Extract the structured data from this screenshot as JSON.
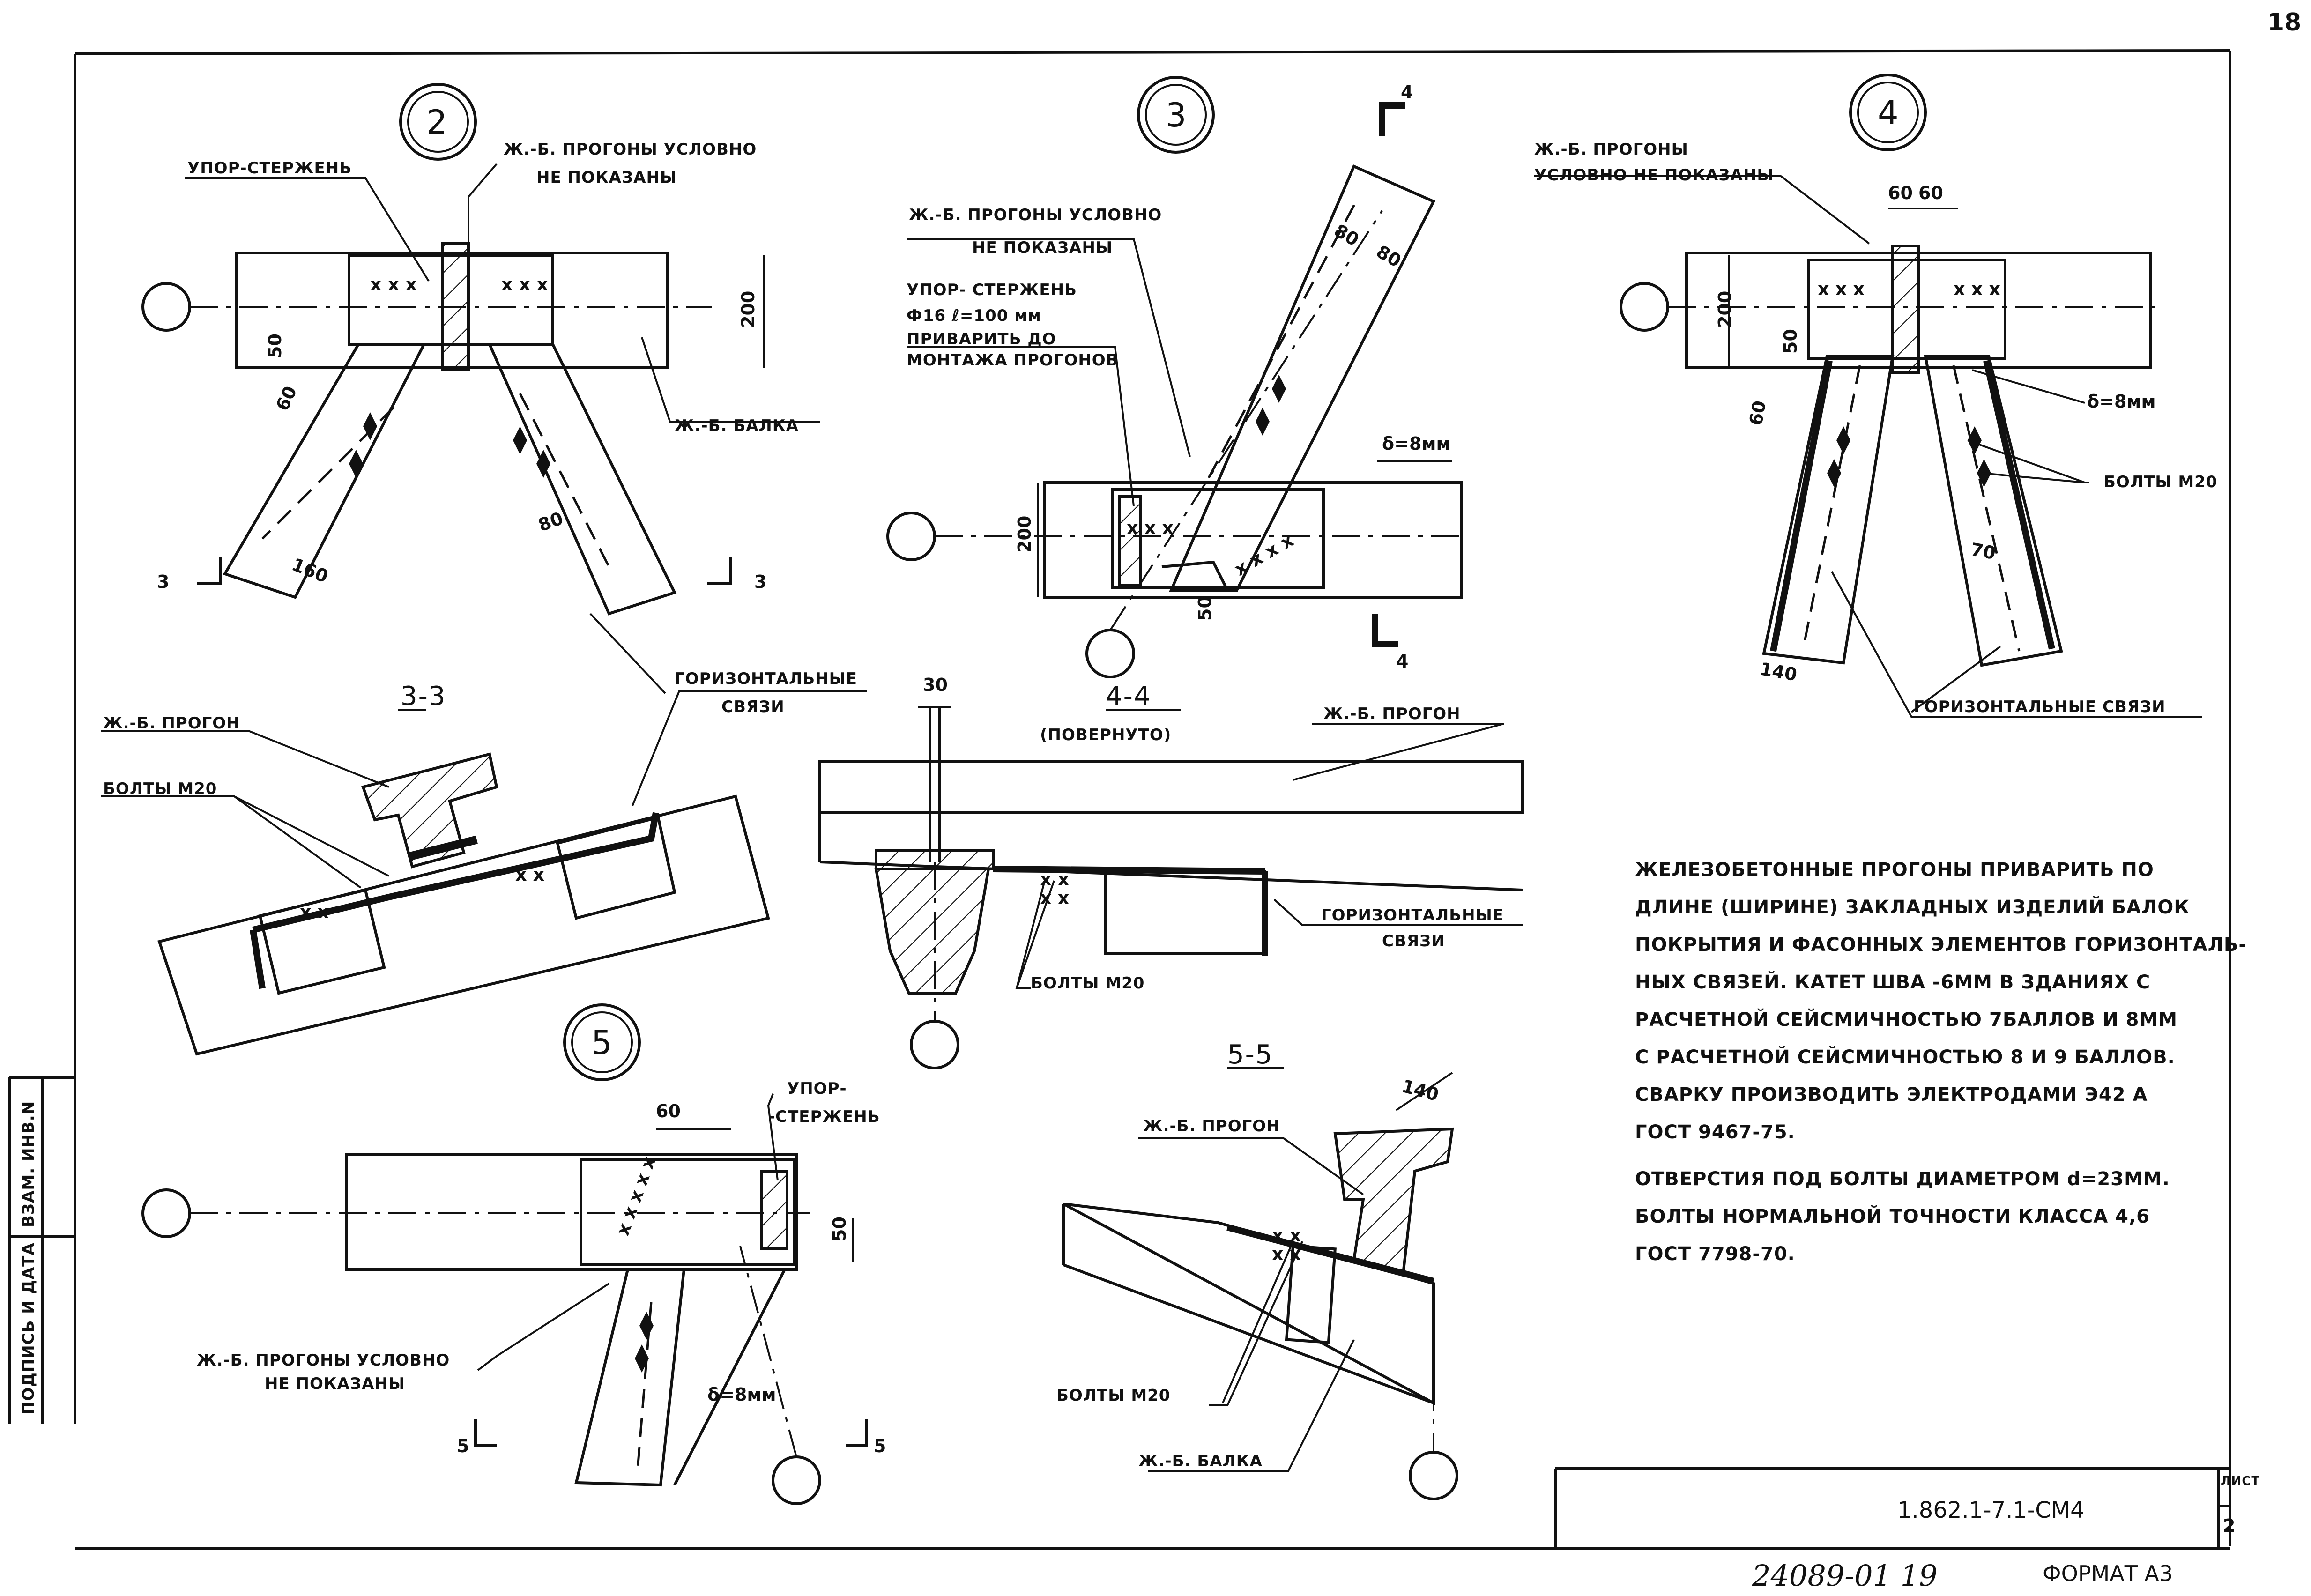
{
  "page": {
    "number": "18"
  },
  "details": {
    "d2": {
      "marker": "2",
      "purlins_note_1": "Ж.-Б. ПРОГОНЫ УСЛОВНО",
      "purlins_note_2": "НЕ ПОКАЗАНЫ",
      "stop_rod": "УПОР-СТЕРЖЕНЬ",
      "beam": "Ж.-Б. БАЛКА",
      "dim_200": "200",
      "dim_50": "50",
      "dim_60": "60",
      "dim_160": "160",
      "dim_80": "80",
      "cut_left": "3",
      "cut_right": "3"
    },
    "d3": {
      "marker": "3",
      "cut_top": "4",
      "cut_bottom": "4",
      "purlins_note_1": "Ж.-Б. ПРОГОНЫ УСЛОВНО",
      "purlins_note_2": "НЕ ПОКАЗАНЫ",
      "stop_rod_1": "УПОР- СТЕРЖЕНЬ",
      "stop_rod_2": "Ф16   ℓ=100 мм",
      "stop_rod_3": "ПРИВАРИТЬ ДО",
      "stop_rod_4": "МОНТАЖА ПРОГОНОВ",
      "dim_80a": "80",
      "dim_80b": "80",
      "delta": "δ=8мм",
      "dim_200": "200",
      "dim_50": "50"
    },
    "d4": {
      "marker": "4",
      "purlins_1": "Ж.-Б. ПРОГОНЫ",
      "purlins_2": "УСЛОВНО НЕ ПОКАЗАНЫ",
      "dim_60a": "60",
      "dim_60b": "60",
      "dim_200": "200",
      "dim_50": "50",
      "dim_60": "60",
      "delta": "δ=8мм",
      "bolts": "БОЛТЫ М20",
      "dim_70": "70",
      "dim_140": "140",
      "horiz_ties": "ГОРИЗОНТАЛЬНЫЕ СВЯЗИ"
    },
    "s33": {
      "title": "3-3",
      "purlin": "Ж.-Б. ПРОГОН",
      "bolts": "БОЛТЫ М20",
      "horiz_ties_1": "ГОРИЗОНТАЛЬНЫЕ",
      "horiz_ties_2": "СВЯЗИ"
    },
    "s44": {
      "title": "4-4",
      "subtitle": "(ПОВЕРНУТО)",
      "dim_30": "30",
      "purlin": "Ж.-Б. ПРОГОН",
      "horiz_ties_1": "ГОРИЗОНТАЛЬНЫЕ",
      "horiz_ties_2": "СВЯЗИ",
      "bolts": "БОЛТЫ М20"
    },
    "d5": {
      "marker": "5",
      "dim_60": "60",
      "stop_rod_1": "УПОР-",
      "stop_rod_2": "-СТЕРЖЕНЬ",
      "dim_50": "50",
      "purlins_1": "Ж.-Б. ПРОГОНЫ УСЛОВНО",
      "purlins_2": "НЕ ПОКАЗАНЫ",
      "delta": "δ=8мм",
      "cut_left": "5",
      "cut_right": "5"
    },
    "s55": {
      "title": "5-5",
      "dim_140": "140",
      "purlin": "Ж.-Б. ПРОГОН",
      "bolts": "БОЛТЫ М20",
      "beam": "Ж.-Б. БАЛКА"
    }
  },
  "notes": [
    "ЖЕЛЕЗОБЕТОННЫЕ ПРОГОНЫ ПРИВАРИТЬ ПО",
    "ДЛИНЕ (ШИРИНЕ) ЗАКЛАДНЫХ ИЗДЕЛИЙ БАЛОК",
    "ПОКРЫТИЯ И ФАСОННЫХ ЭЛЕМЕНТОВ ГОРИЗОНТАЛЬ-",
    "НЫХ СВЯЗЕЙ. КАТЕТ ШВА -6ММ В ЗДАНИЯХ С",
    "РАСЧЕТНОЙ СЕЙСМИЧНОСТЬЮ 7БАЛЛОВ И 8ММ",
    "С РАСЧЕТНОЙ СЕЙСМИЧНОСТЬЮ 8 И 9 БАЛЛОВ.",
    "СВАРКУ ПРОИЗВОДИТЬ ЭЛЕКТРОДАМИ Э42 А",
    "ГОСТ 9467-75.",
    "ОТВЕРСТИЯ ПОД БОЛТЫ ДИАМЕТРОМ d=23ММ.",
    "БОЛТЫ НОРМАЛЬНОЙ ТОЧНОСТИ КЛАССА 4,6",
    "ГОСТ 7798-70."
  ],
  "side_stamp": {
    "inv": "ВЗАМ. ИНВ.N",
    "sign": "ПОДПИСЬ И ДАТА"
  },
  "title_block": {
    "code": "1.862.1-7.1-СМ4",
    "sheet_label": "ЛИСТ",
    "sheet_no": "2",
    "archive_no": "24089-01 19",
    "format": "ФОРМАТ А3"
  }
}
